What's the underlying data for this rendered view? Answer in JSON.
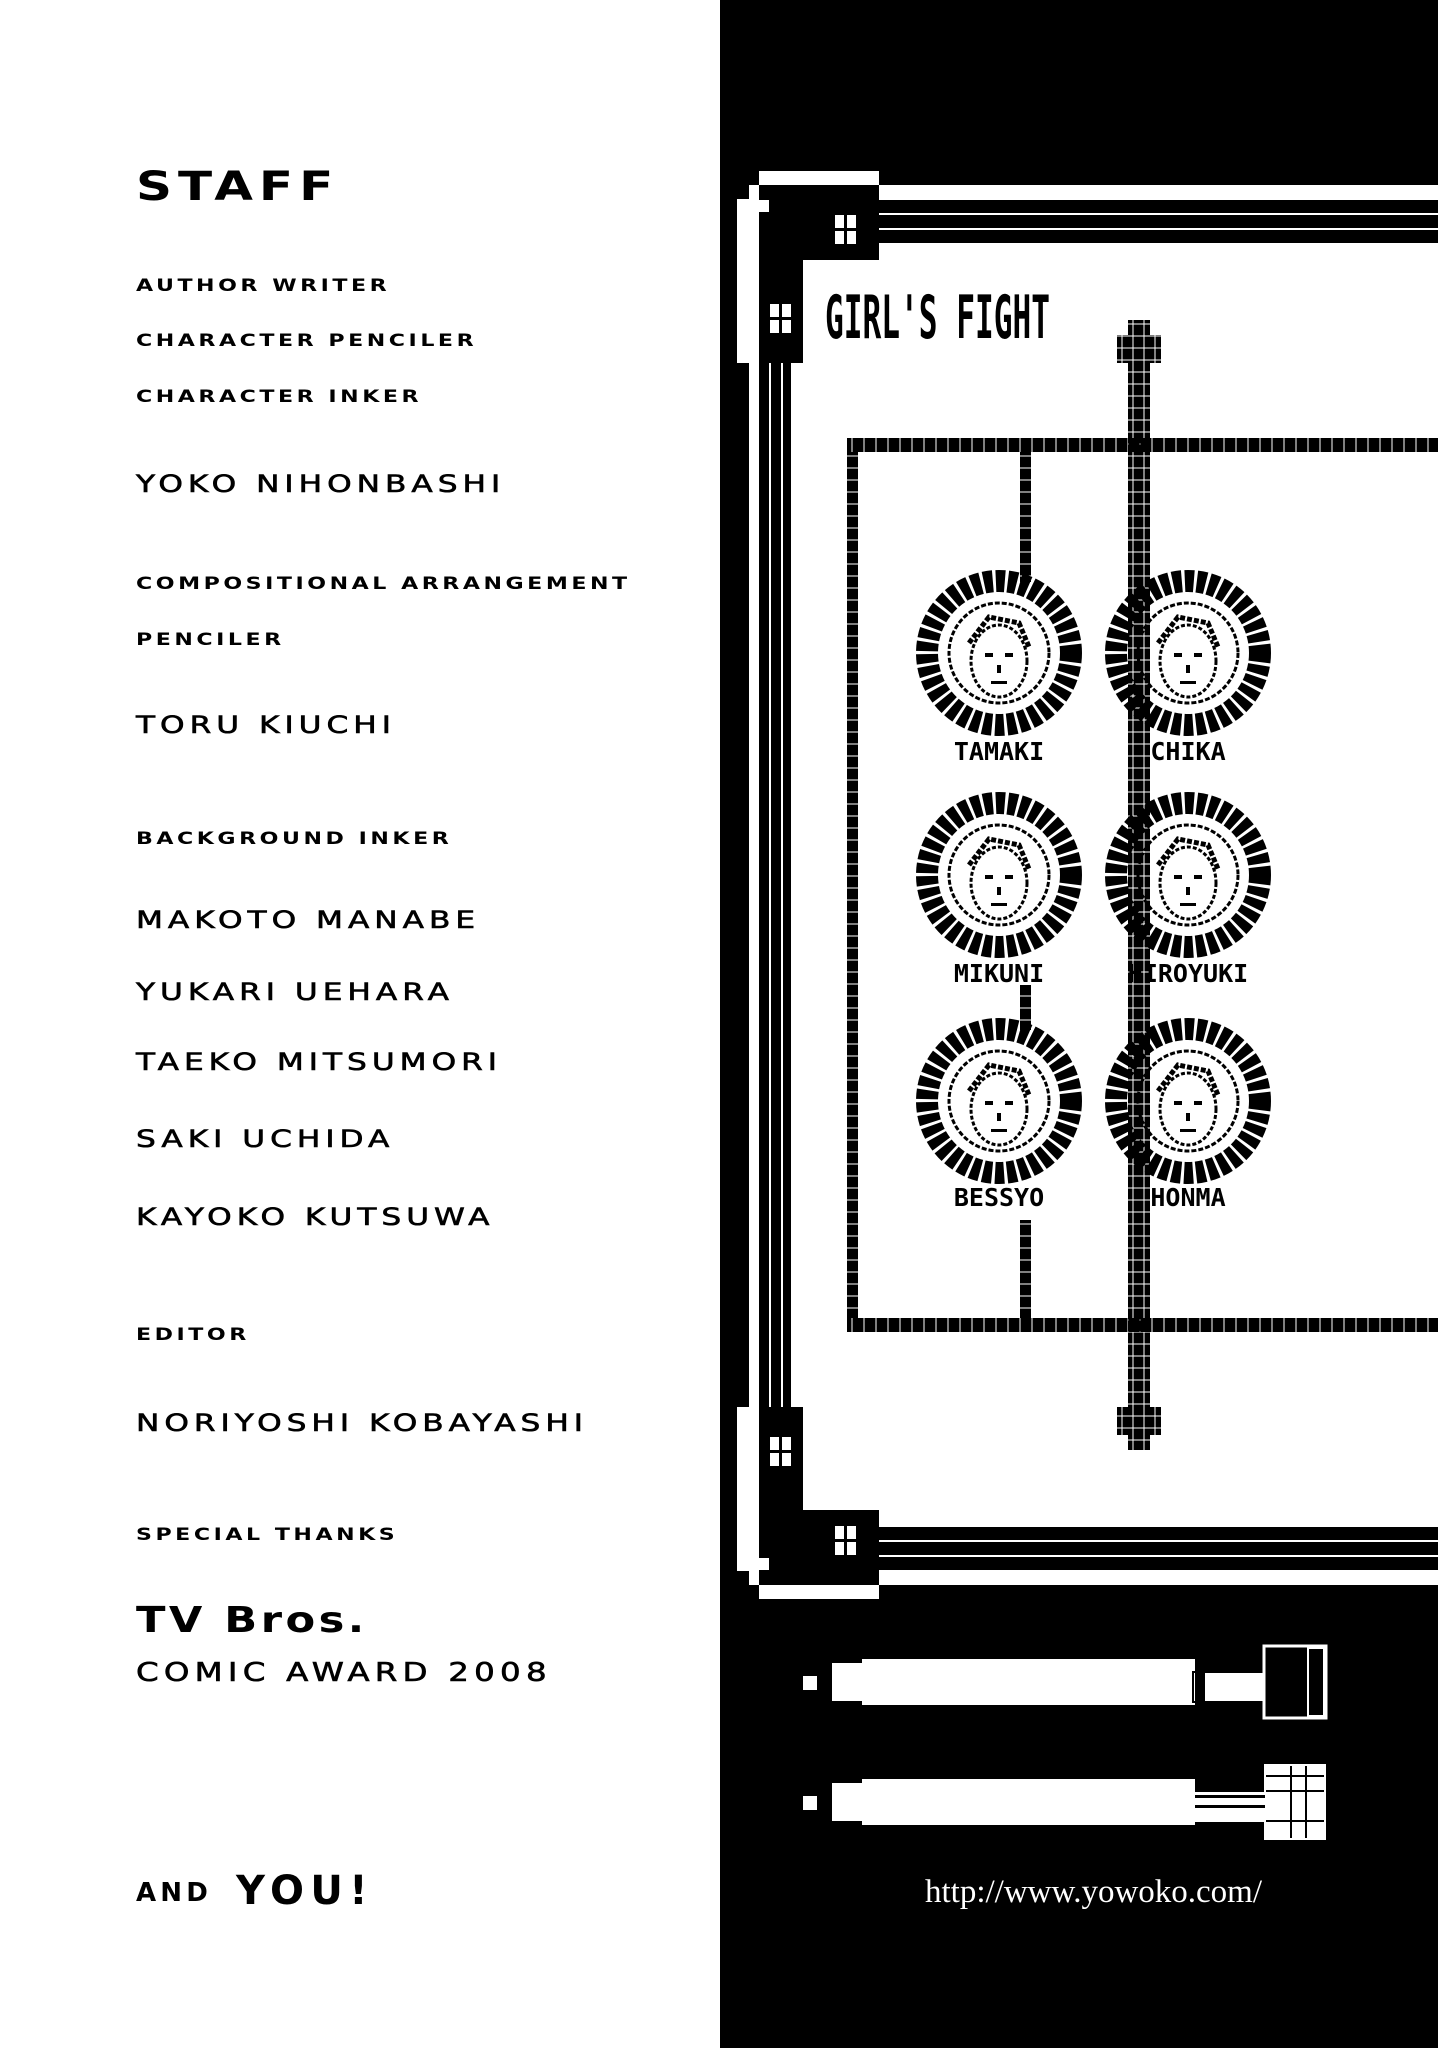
{
  "staff": {
    "title": "STAFF",
    "sections": [
      {
        "roles": [
          "AUTHOR WRITER",
          "CHARACTER PENCILER",
          "CHARACTER INKER"
        ],
        "names": [
          "YOKO NIHONBASHI"
        ]
      },
      {
        "roles": [
          "COMPOSITIONAL ARRANGEMENT",
          "PENCILER"
        ],
        "names": [
          "TORU KIUCHI"
        ]
      },
      {
        "roles": [
          "BACKGROUND INKER"
        ],
        "names": [
          "MAKOTO MANABE",
          "YUKARI UEHARA",
          "TAEKO MITSUMORI",
          "SAKI UCHIDA",
          "KAYOKO KUTSUWA"
        ]
      },
      {
        "roles": [
          "EDITOR"
        ],
        "names": [
          "NORIYOSHI KOBAYASHI"
        ]
      },
      {
        "roles": [
          "SPECIAL THANKS"
        ],
        "names": []
      }
    ],
    "thanks": {
      "name": "TV Bros.",
      "award": "COMIC AWARD 2008"
    },
    "closing": {
      "and": "AND",
      "you": "YOU!"
    }
  },
  "artwork": {
    "title": "GIRL'S FIGHT",
    "characters": [
      "TAMAKI",
      "CHIKA",
      "MIKUNI",
      "HIROYUKI",
      "BESSYO",
      "HONMA"
    ]
  },
  "url": "http://www.yowoko.com/"
}
